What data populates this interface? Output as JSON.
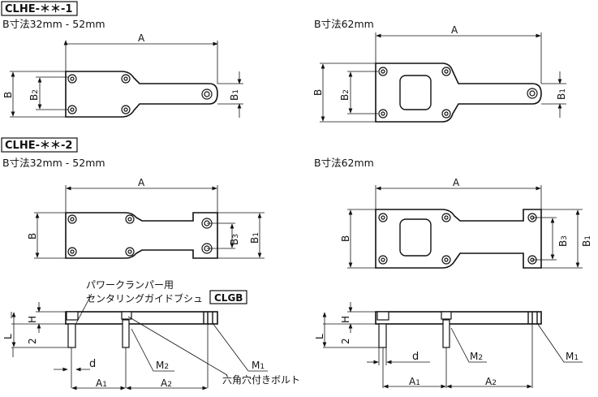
{
  "sections": [
    {
      "model": "CLHE-＊＊-1",
      "variants": [
        {
          "caption": "B寸法32mm - 52mm"
        },
        {
          "caption": "B寸法62mm"
        }
      ]
    },
    {
      "model": "CLHE-＊＊-2",
      "variants": [
        {
          "caption": "B寸法32mm - 52mm"
        },
        {
          "caption": "B寸法62mm"
        }
      ]
    }
  ],
  "dims": {
    "A": "A",
    "B": "B",
    "B1": "B",
    "B2": "B",
    "B3": "B",
    "sub1": "1",
    "sub2": "2",
    "sub3": "3",
    "H": "H",
    "L": "L",
    "two": "2",
    "d": "d",
    "A1": "A",
    "A2": "A",
    "M": "M"
  },
  "callouts": {
    "guide_bush_line1": "パワークランパー用",
    "guide_bush_line2": "センタリングガイドブシュ",
    "guide_bush_code": "CLGB",
    "bolt": "六角穴付きボルト"
  }
}
